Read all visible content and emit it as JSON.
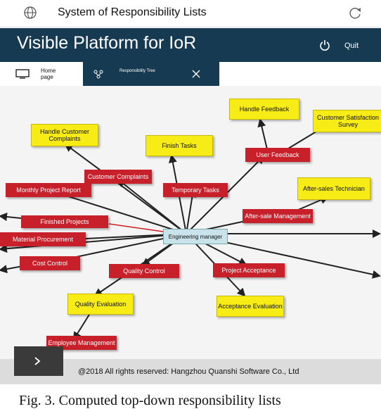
{
  "topbar": {
    "title": "System of Responsibility Lists",
    "globe_icon": "globe-icon",
    "reload_icon": "reload-icon"
  },
  "header": {
    "title": "Visible Platform for IoR",
    "quit_label": "Quit",
    "power_icon": "power-icon"
  },
  "tabs": [
    {
      "label": "Home page",
      "icon": "monitor-icon"
    },
    {
      "label": "Responsibility Tree",
      "icon": "tree-icon",
      "close_icon": "close-icon"
    }
  ],
  "center_node": "Engineering manager",
  "nodes": {
    "handle_feedback": "Handle Feedback",
    "customer_satisfaction_survey": "Customer Satisfaction Survey",
    "handle_customer_complaints": "Handle Customer Complaints",
    "finish_tasks": "Finish Tasks",
    "user_feedback": "User Feedback",
    "customer_complaints": "Customer Complaints",
    "monthly_project_report": "Monthly Project Report",
    "temporary_tasks": "Temporary Tasks",
    "after_sales_technician": "After-sales Technician",
    "after_sale_management": "After-sale Management",
    "finished_projects": "Finished Projects",
    "material_procurement": "Material Procurement",
    "cost_control": "Cost Control",
    "quality_control": "Quality Control",
    "project_acceptance": "Project Acceptance",
    "quality_evaluation": "Quality Evaluation",
    "acceptance_evaluation": "Acceptance Evaluation",
    "employee_management": "Employee Management"
  },
  "footer": {
    "copyright": "@2018 All rights reserved: Hangzhou Quanshi Software Co., Ltd"
  },
  "nav": {
    "icon": "chevron-right-icon"
  },
  "caption": "Fig. 3. Computed top-down responsibility lists"
}
